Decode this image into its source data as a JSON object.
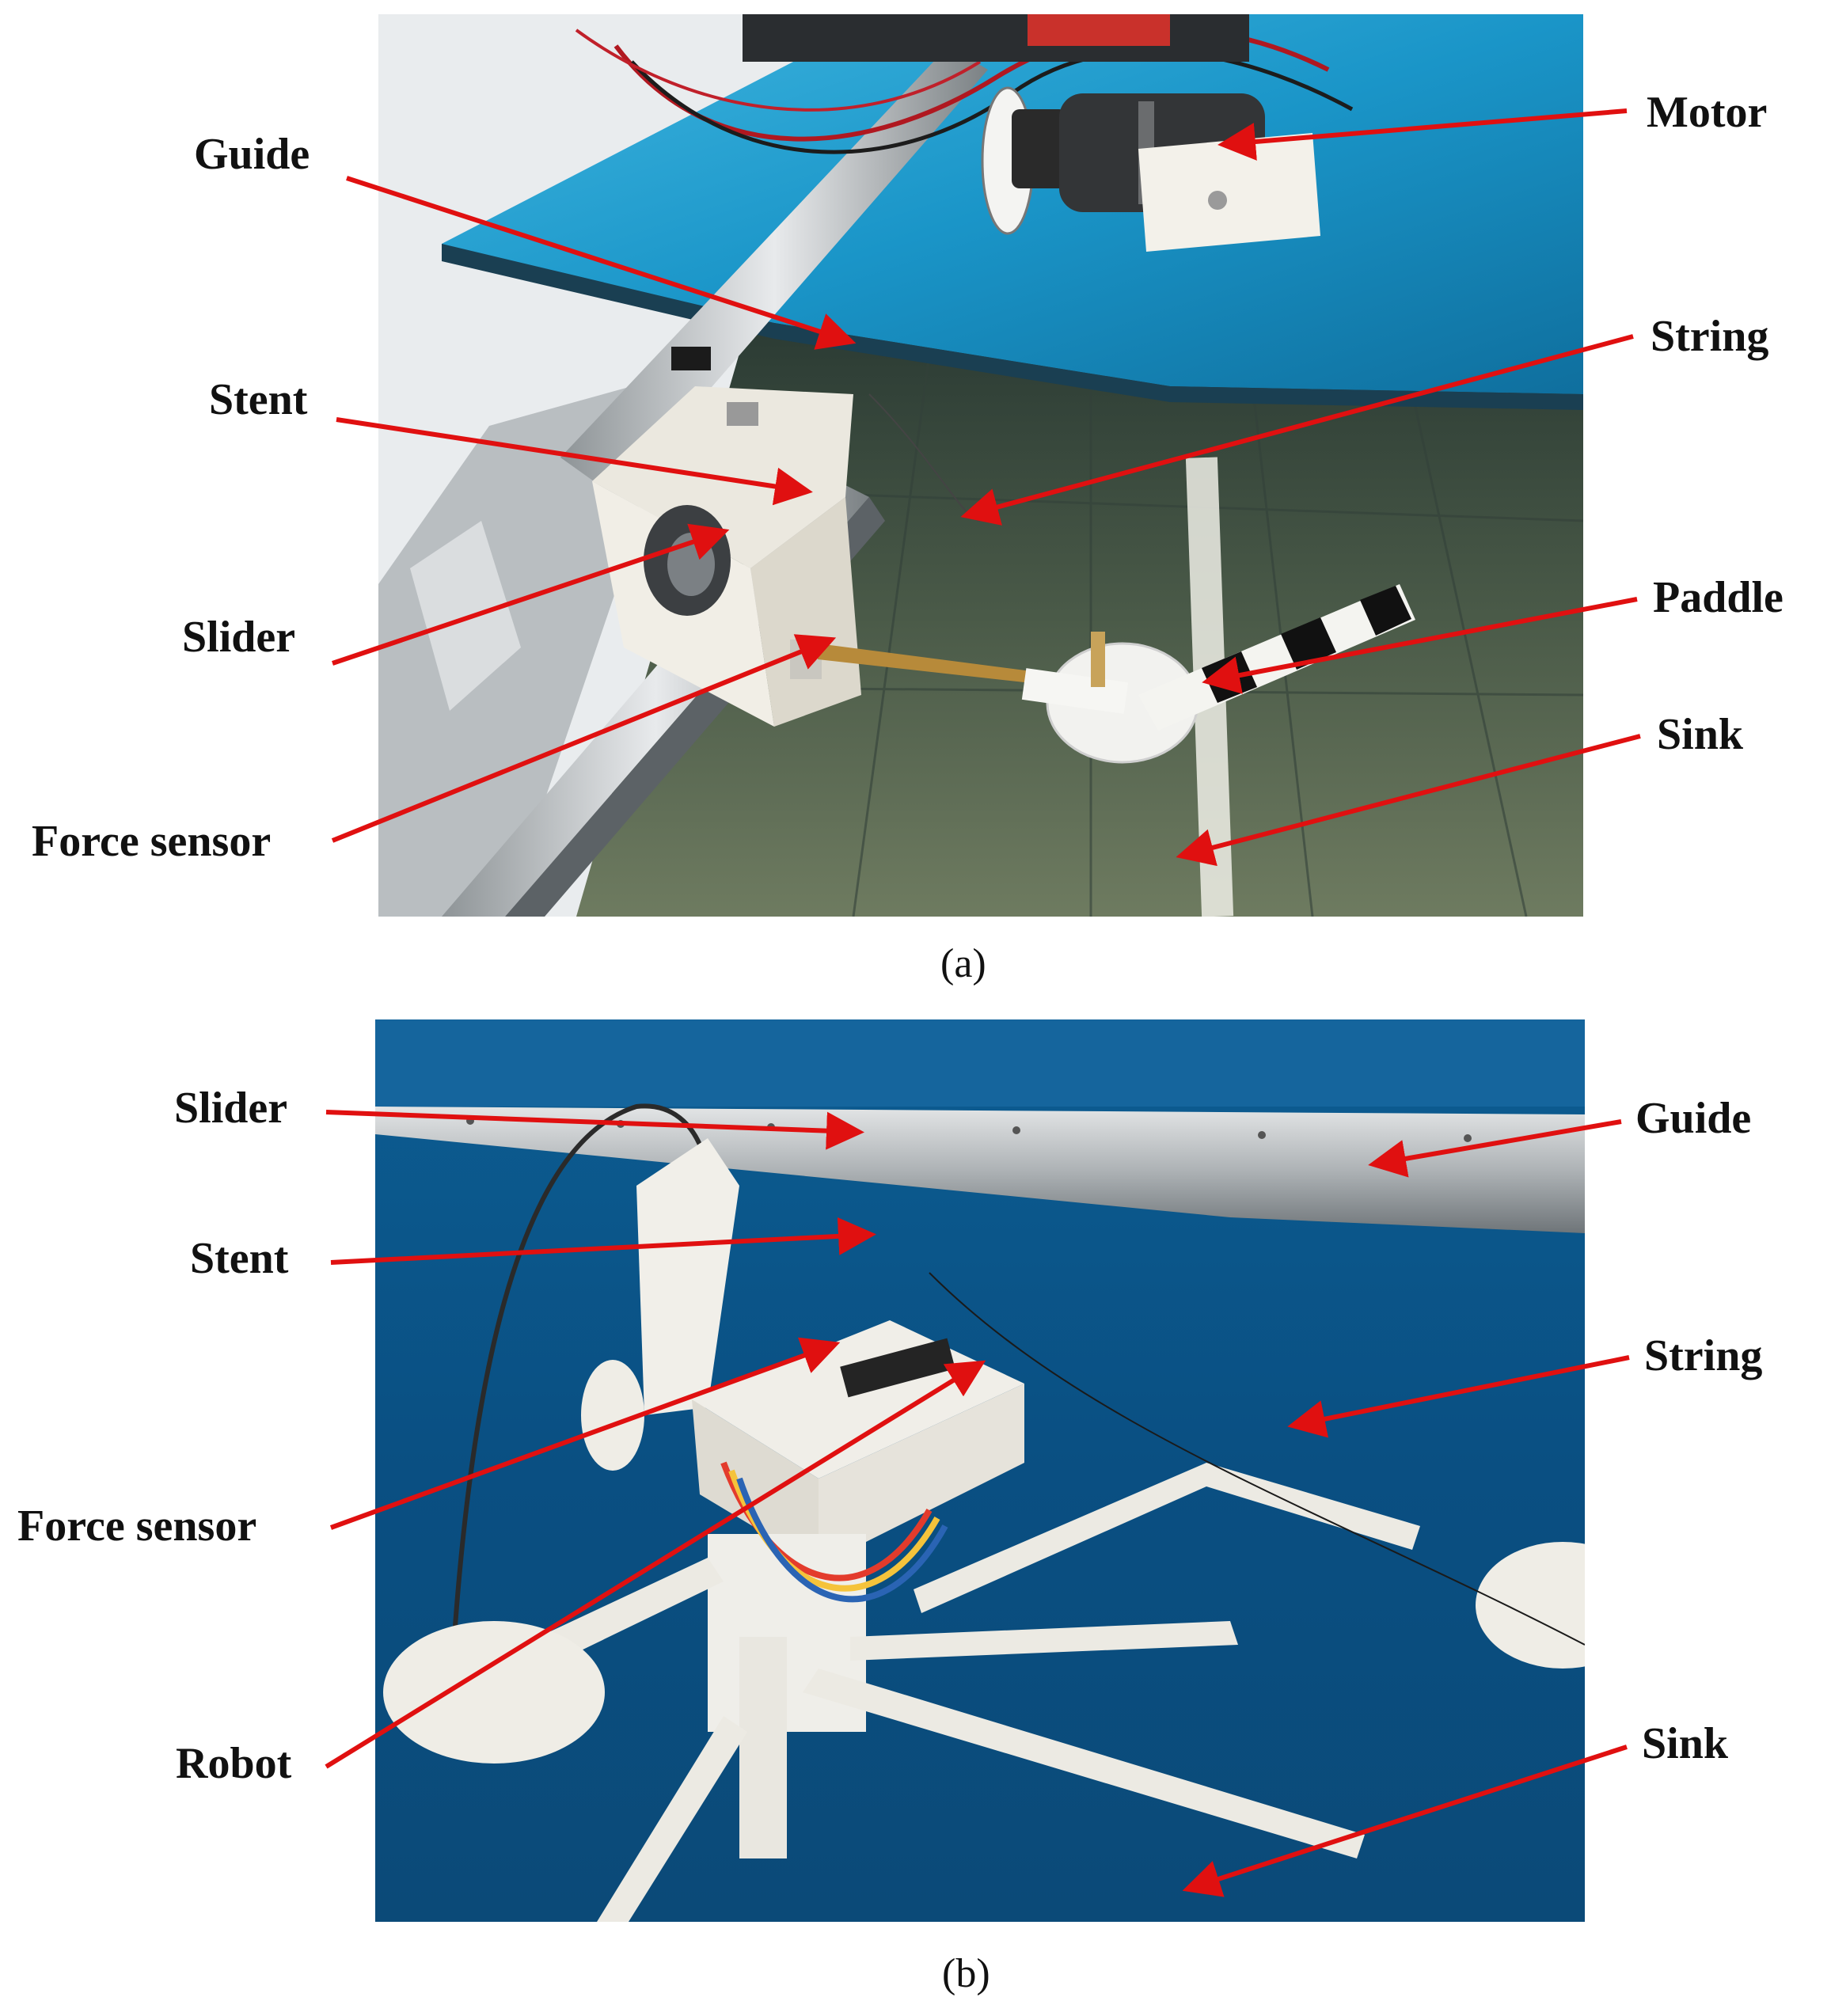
{
  "figure": {
    "panel_a": {
      "caption": "(a)",
      "labels": {
        "guide": "Guide",
        "stent": "Stent",
        "slider": "Slider",
        "force_sensor": "Force sensor",
        "motor": "Motor",
        "string": "String",
        "paddle": "Paddle",
        "sink": "Sink"
      }
    },
    "panel_b": {
      "caption": "(b)",
      "labels": {
        "slider": "Slider",
        "stent": "Stent",
        "force_sensor": "Force sensor",
        "robot": "Robot",
        "guide": "Guide",
        "string": "String",
        "sink": "Sink"
      }
    },
    "arrow_color": "#e01010"
  }
}
